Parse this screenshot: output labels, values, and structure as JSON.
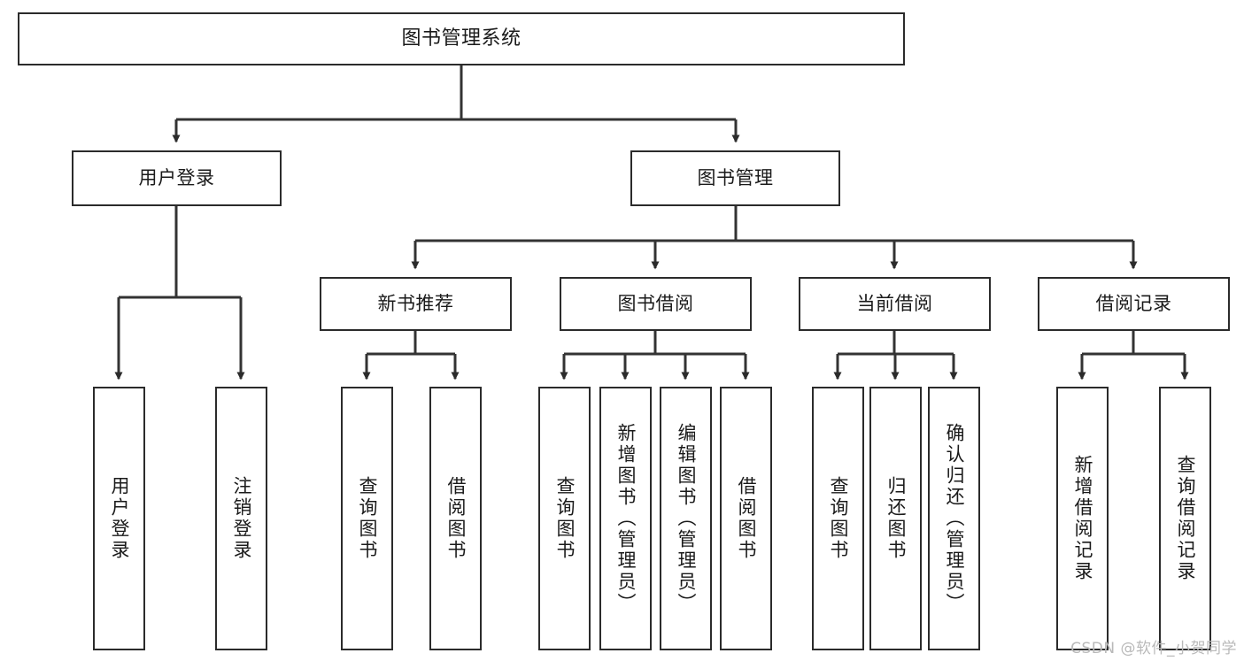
{
  "diagram": {
    "title": "图书管理系统",
    "type": "tree-hierarchy-diagram",
    "colors": {
      "box_border": "#2b2b2b",
      "box_fill": "#ffffff",
      "connector": "#333333",
      "text": "#1a1a1a",
      "watermark": "#b9b9b9"
    },
    "root": {
      "label": "图书管理系统"
    },
    "level2": [
      {
        "label": "用户登录"
      },
      {
        "label": "图书管理"
      }
    ],
    "level3": [
      {
        "label": "新书推荐"
      },
      {
        "label": "图书借阅"
      },
      {
        "label": "当前借阅"
      },
      {
        "label": "借阅记录"
      }
    ],
    "leaves": {
      "user_login": [
        {
          "label": "用户登录"
        },
        {
          "label": "注销登录"
        }
      ],
      "new_book_recommend": [
        {
          "label": "查询图书"
        },
        {
          "label": "借阅图书"
        }
      ],
      "book_borrow": [
        {
          "label": "查询图书"
        },
        {
          "label": "新增图书（管理员）"
        },
        {
          "label": "编辑图书（管理员）"
        },
        {
          "label": "借阅图书"
        }
      ],
      "current_borrow": [
        {
          "label": "查询图书"
        },
        {
          "label": "归还图书"
        },
        {
          "label": "确认归还（管理员）"
        }
      ],
      "borrow_record": [
        {
          "label": "新增借阅记录"
        },
        {
          "label": "查询借阅记录"
        }
      ]
    }
  },
  "watermark": {
    "text": "CSDN @软件_小贺同学"
  }
}
